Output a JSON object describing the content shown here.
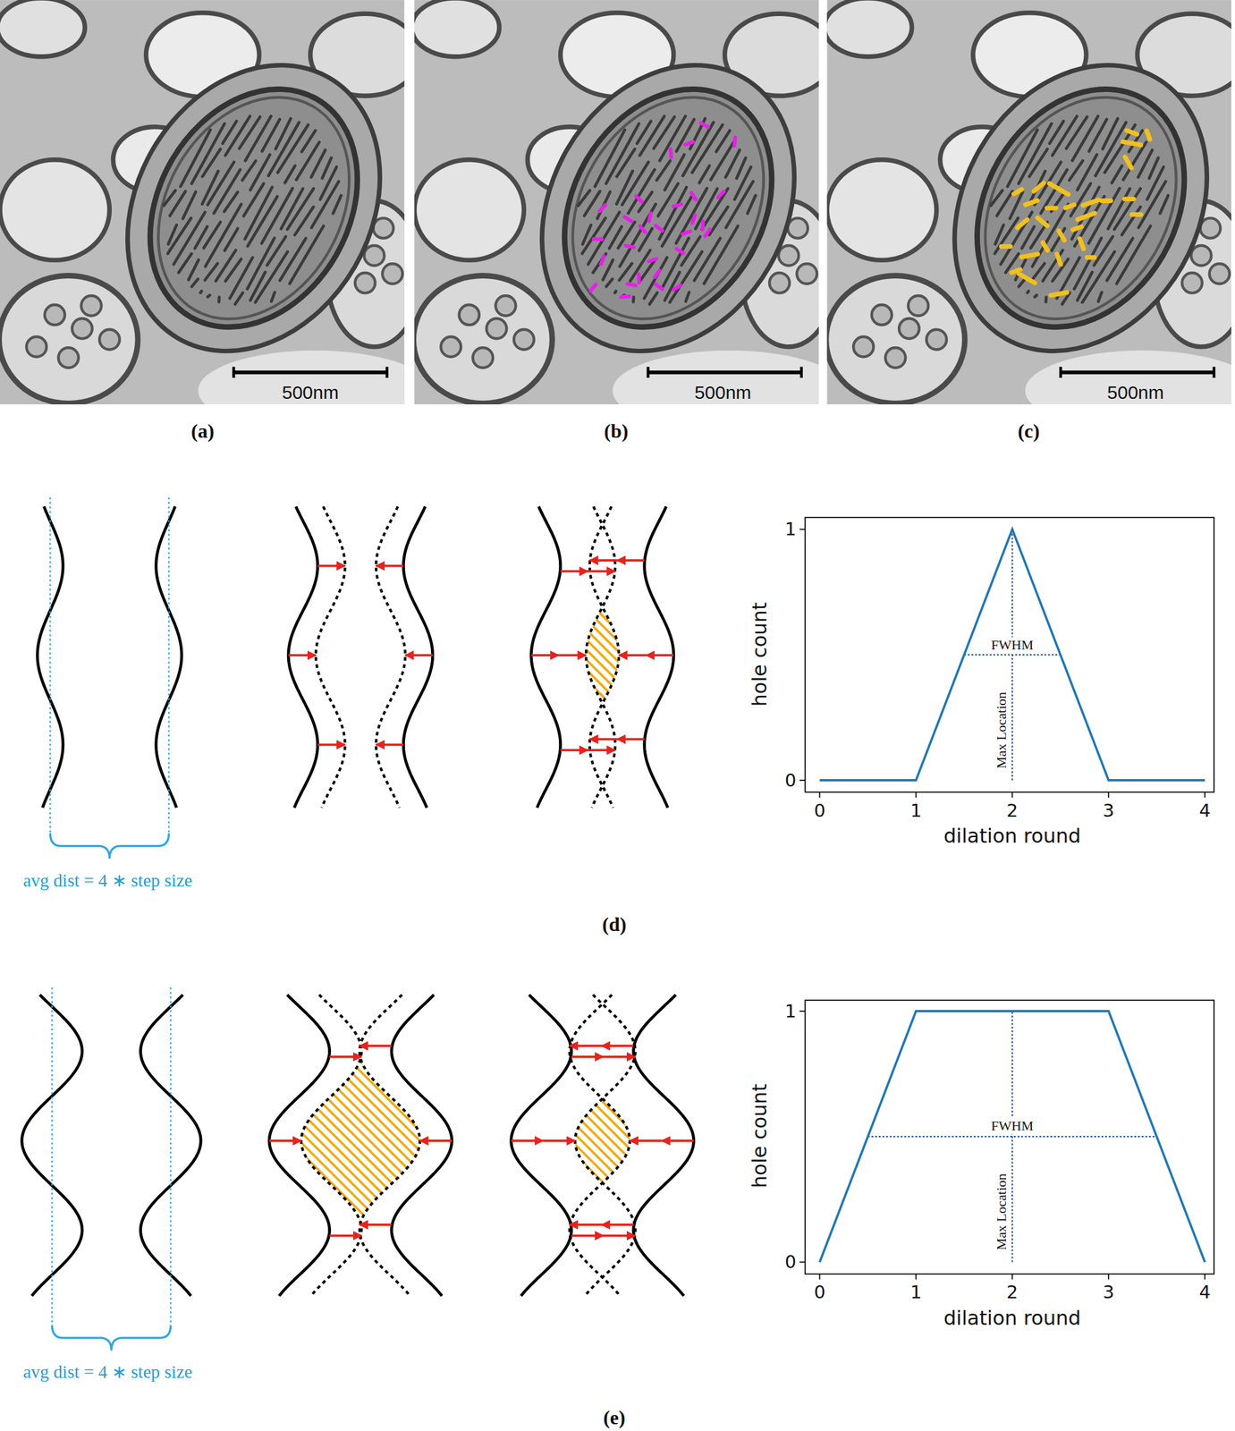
{
  "diagram": {
    "labels": [
      "500nm",
      "500nm",
      "500nm",
      "(a)",
      "(b)",
      "(c)",
      "avg dist = 4 ∗ step size",
      "FWHM",
      "Max Location",
      "0",
      "1",
      "2",
      "3",
      "4",
      "0",
      "1",
      "hole count",
      "dilation round",
      "(d)",
      "avg dist = 4 ∗ step size",
      "FWHM",
      "Max Location",
      "0",
      "1",
      "2",
      "3",
      "4",
      "0",
      "1",
      "hole count",
      "dilation round",
      "(e)"
    ]
  }
}
